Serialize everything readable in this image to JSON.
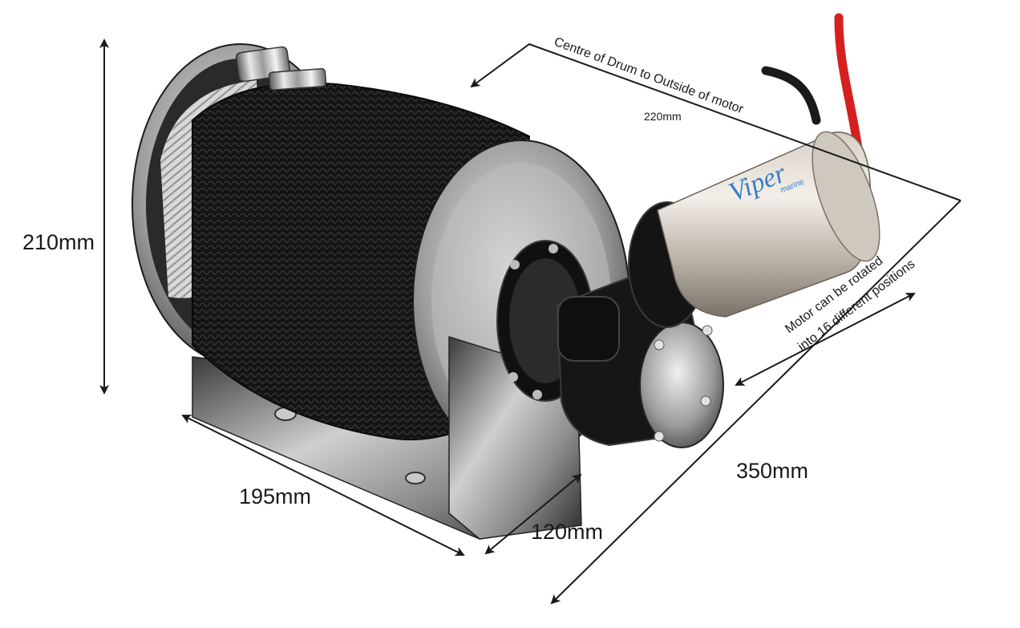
{
  "dimensions": {
    "height": "210mm",
    "width": "195mm",
    "depth": "120mm",
    "overall_length": "350mm"
  },
  "annotations": {
    "centre_label": "Centre of Drum to Outside of motor",
    "centre_value": "220mm",
    "rotation_line1": "Motor can be rotated",
    "rotation_line2": "into 16 different positions"
  },
  "brand": {
    "logo_text": "Viper",
    "logo_sub": "marine",
    "logo_color": "#3a7fc4"
  },
  "colors": {
    "cable_red": "#d62020",
    "cable_black": "#1a1a1a",
    "rope_black": "#151515",
    "dimension_line": "#1a1a1a"
  }
}
